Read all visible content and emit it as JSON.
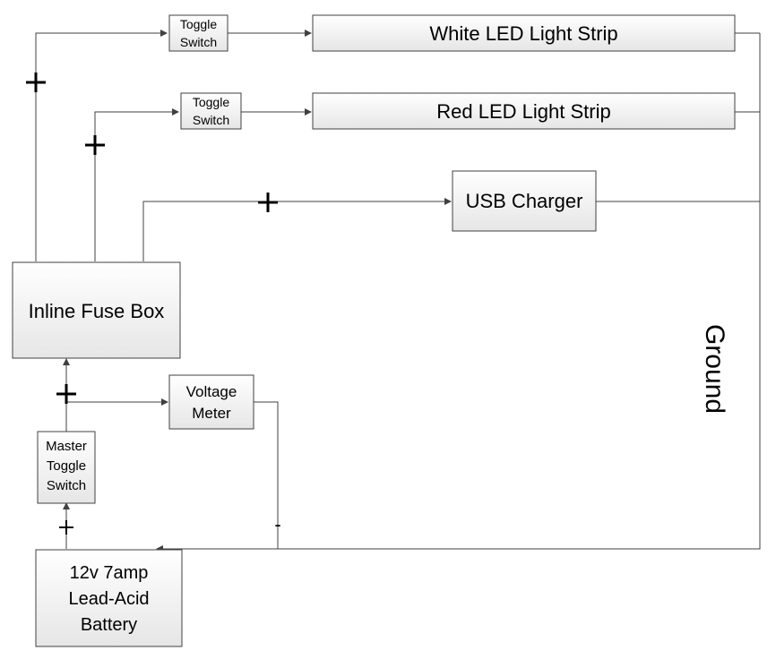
{
  "components": {
    "white_switch": {
      "line1": "Toggle",
      "line2": "Switch"
    },
    "white_strip": "White LED Light Strip",
    "red_switch": {
      "line1": "Toggle",
      "line2": "Switch"
    },
    "red_strip": "Red LED Light Strip",
    "usb_charger": "USB Charger",
    "fuse_box": "Inline Fuse Box",
    "voltage_meter": {
      "line1": "Voltage",
      "line2": "Meter"
    },
    "master_switch": {
      "line1": "Master",
      "line2": "Toggle",
      "line3": "Switch"
    },
    "battery": {
      "line1": "12v 7amp",
      "line2": "Lead-Acid",
      "line3": "Battery"
    }
  },
  "labels": {
    "ground": "Ground",
    "negative": "-"
  }
}
